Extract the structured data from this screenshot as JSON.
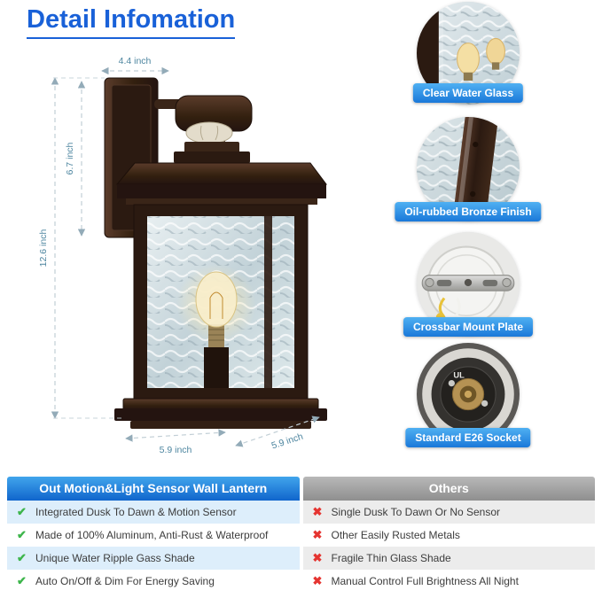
{
  "title": "Detail Infomation",
  "diagram": {
    "dim_top_width": "4.4 inch",
    "dim_plate_height": "6.7 inch",
    "dim_total_height": "12.6 inch",
    "dim_depth": "5.9 inch",
    "dim_width": "5.9 inch"
  },
  "callouts": [
    {
      "label": "Clear Water Glass"
    },
    {
      "label": "Oil-rubbed Bronze Finish"
    },
    {
      "label": "Crossbar Mount Plate"
    },
    {
      "label": "Standard E26 Socket",
      "mark": "UL"
    }
  ],
  "comparison": {
    "left_header": "Out Motion&Light Sensor Wall Lantern",
    "right_header": "Others",
    "left_rows": [
      "Integrated Dusk To Dawn & Motion Sensor",
      "Made of 100% Aluminum, Anti-Rust & Waterproof",
      "Unique Water Ripple Gass Shade",
      "Auto On/Off & Dim For Energy Saving"
    ],
    "right_rows": [
      "Single Dusk To Dawn Or No Sensor",
      "Other Easily Rusted Metals",
      "Fragile Thin Glass Shade",
      "Manual Control Full Brightness All Night"
    ]
  },
  "colors": {
    "accent_blue": "#1961d8",
    "pill_blue": "#1a78d9",
    "check_green": "#3db54b",
    "cross_red": "#e53430",
    "bronze_dark": "#2b1a11"
  }
}
